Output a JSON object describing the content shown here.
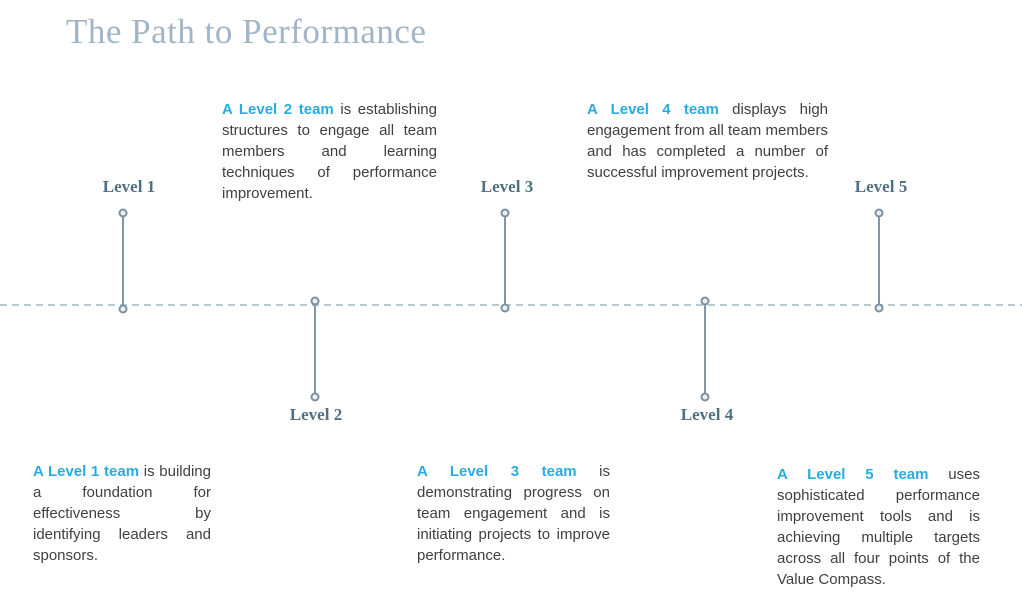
{
  "title": "The Path to Performance",
  "colors": {
    "title": "#a2b5c7",
    "level_label": "#4e7082",
    "lead_text": "#29abe2",
    "body_text": "#404040",
    "stem": "#8296a5",
    "dashed_line": "#b7c8d2"
  },
  "levels": [
    {
      "label": "Level 1",
      "side": "above",
      "lead": "A Level 1 team",
      "rest": " is building a foundation for effectiveness by identifying leaders and sponsors."
    },
    {
      "label": "Level 2",
      "side": "below",
      "lead": "A Level 2 team",
      "rest": " is establishing structures to engage all team members and learning techniques of performance improvement."
    },
    {
      "label": "Level 3",
      "side": "below",
      "lead": "A Level 3 team",
      "rest": " is demonstrating progress on team engagement and is initiating projects to improve performance."
    },
    {
      "label": "Level 4",
      "side": "below",
      "lead": "A Level 4 team",
      "rest": " displays high engagement from all team members and has completed a number of successful improvement projects."
    },
    {
      "label": "Level 5",
      "side": "above",
      "lead": "A Level 5 team",
      "rest": " uses sophisticated performance improvement tools and is achieving multiple targets across all four points of the Value Compass."
    }
  ]
}
